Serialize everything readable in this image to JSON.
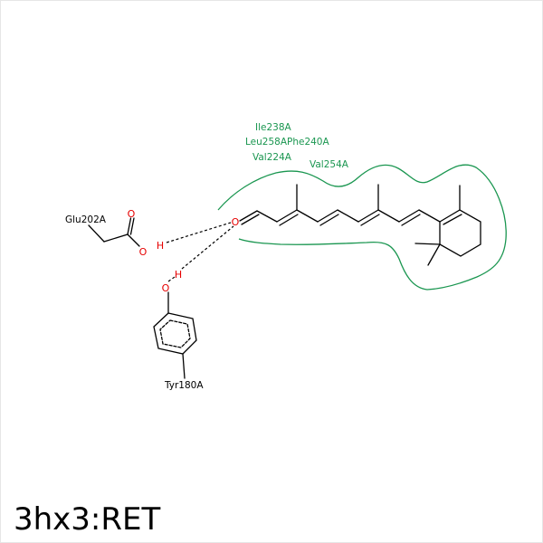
{
  "caption": "3hx3:RET",
  "residues": {
    "glu": "Glu202A",
    "tyr": "Tyr180A",
    "ile": "Ile238A",
    "leu": "Leu258A",
    "phe": "Phe240A",
    "val224": "Val224A",
    "val254": "Val254A"
  },
  "atoms": {
    "o_carbonyl": "O",
    "o_hydroxyl": "O",
    "h_glu": "H",
    "o_ligand": "O",
    "h_tyr": "H",
    "o_tyr": "O"
  },
  "colors": {
    "hydrophobic": "#1a9650",
    "oxygen": "#e60000",
    "bond": "#000000"
  }
}
